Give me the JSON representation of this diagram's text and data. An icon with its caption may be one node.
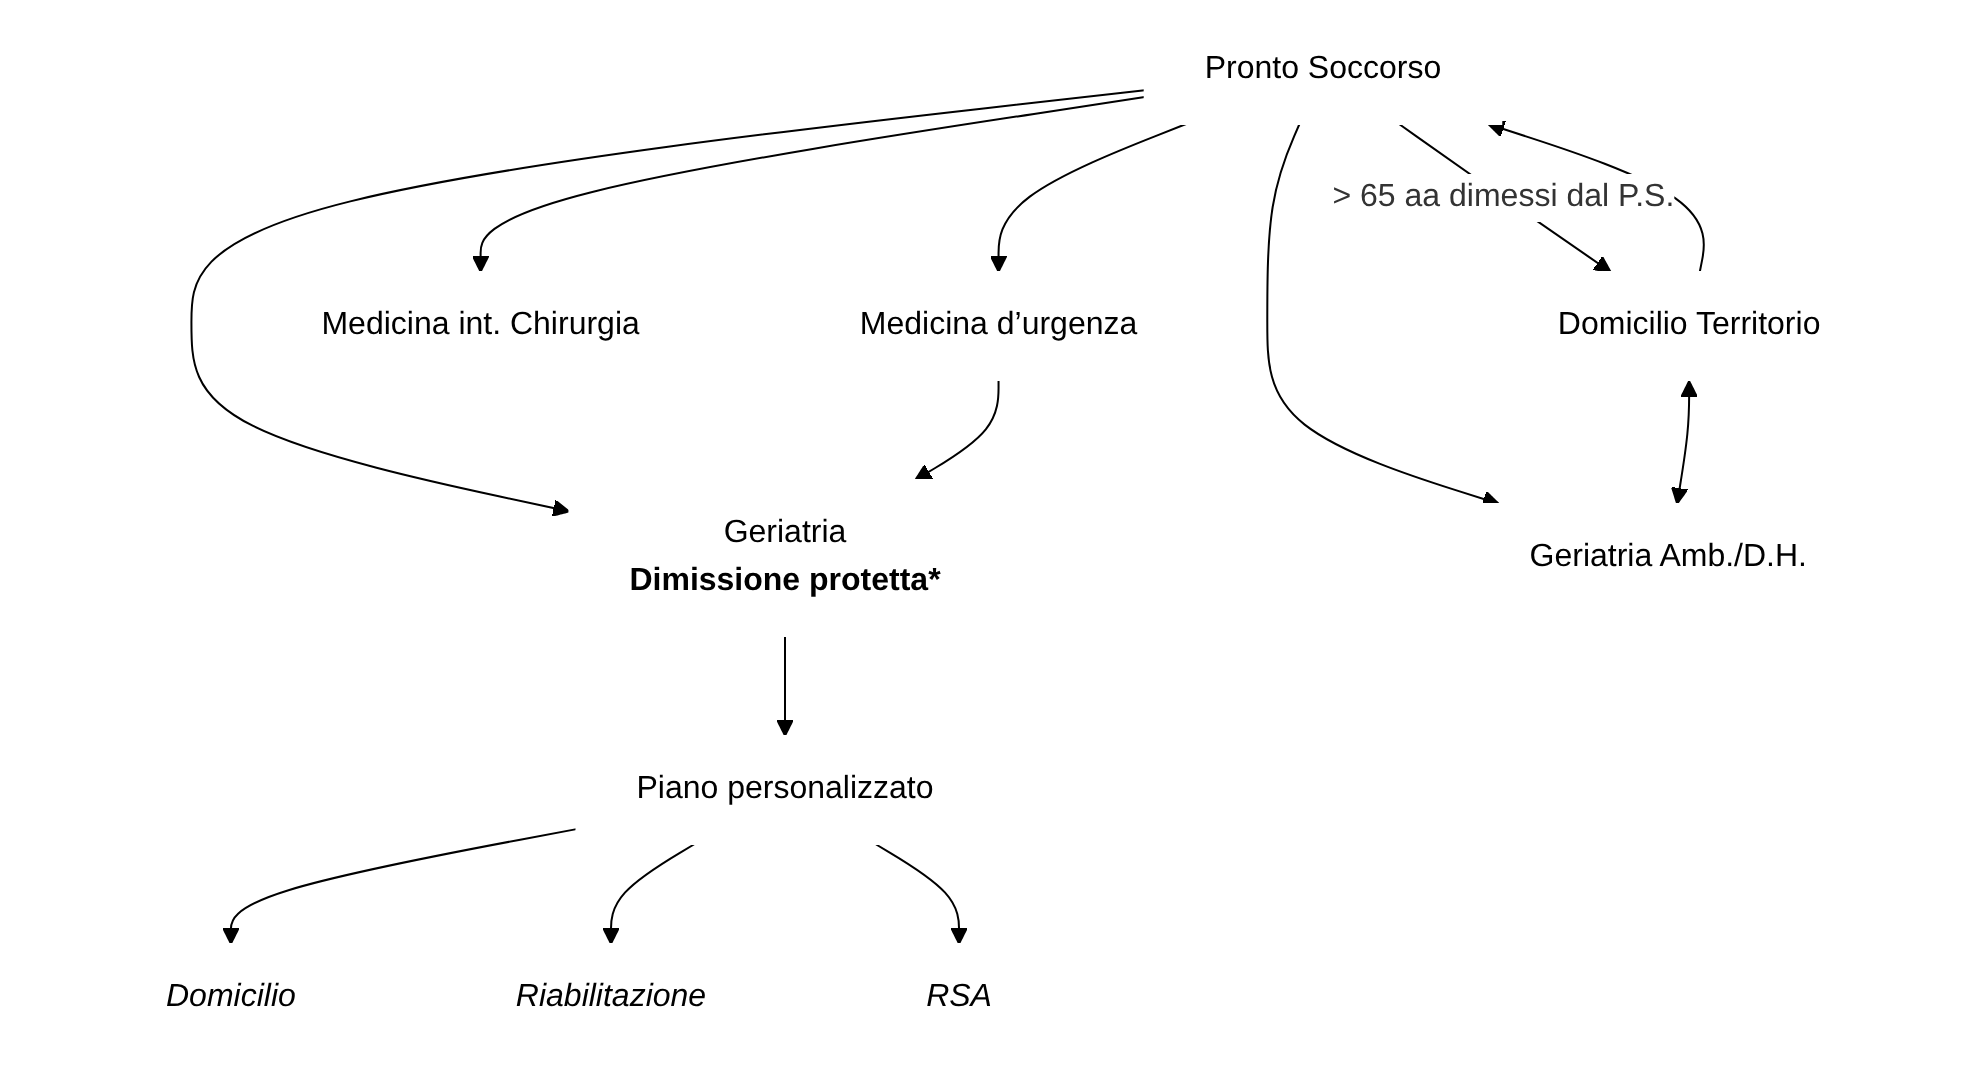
{
  "diagram": {
    "nodes": [
      {
        "text": [
          "Pronto Soccorso"
        ]
      },
      {
        "text": [
          "Domicilio Territorio"
        ]
      },
      {
        "text": [
          "Medicina int. Chirurgia"
        ]
      },
      {
        "text": [
          "Medicina d’urgenza"
        ]
      },
      {
        "text": [
          "Geriatria",
          "Dimissione protetta*"
        ]
      },
      {
        "text": [
          "Geriatria Amb./D.H."
        ]
      },
      {
        "text": [
          "Piano personalizzato"
        ]
      },
      {
        "text": [
          "Domicilio"
        ]
      },
      {
        "text": [
          "Riabilitazione"
        ]
      },
      {
        "text": [
          "RSA"
        ]
      }
    ],
    "edges": [
      {
        "from": 1,
        "to": 0,
        "arrow": "to"
      },
      {
        "from": 0,
        "to": 1,
        "arrow": "to",
        "label": "> 65 aa dimessi dal P.S."
      },
      {
        "from": 0,
        "to": 2,
        "arrow": "to"
      },
      {
        "from": 0,
        "to": 3,
        "arrow": "to"
      },
      {
        "from": 0,
        "to": 4,
        "arrow": "to"
      },
      {
        "from": 3,
        "to": 4,
        "arrow": "to"
      },
      {
        "from": 0,
        "to": 5,
        "arrow": "to"
      },
      {
        "from": 1,
        "to": 5,
        "arrow": "both"
      },
      {
        "from": 4,
        "to": 6,
        "arrow": "to"
      },
      {
        "from": 6,
        "to": 7,
        "arrow": "to"
      },
      {
        "from": 6,
        "to": 8,
        "arrow": "to"
      },
      {
        "from": 6,
        "to": 9,
        "arrow": "to"
      }
    ]
  }
}
